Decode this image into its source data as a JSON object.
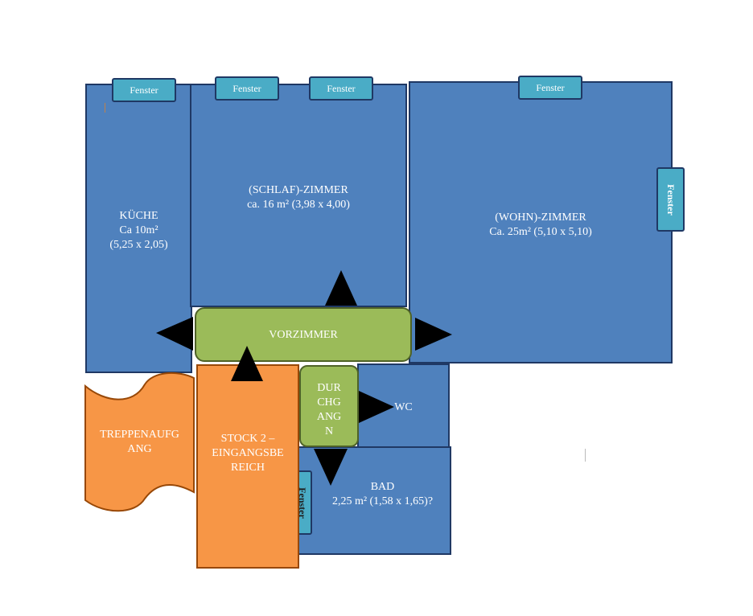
{
  "rooms": {
    "kueche": "KÜCHE\nCa 10m²\n(5,25 x 2,05)",
    "schlaf": "(SCHLAF)-ZIMMER\nca. 16 m² (3,98 x 4,00)",
    "wohn": "(WOHN)-ZIMMER\nCa. 25m² (5,10 x 5,10)",
    "wc": "WC",
    "bad": "BAD\n2,25 m² (1,58 x 1,65)?"
  },
  "areas": {
    "vorzimmer": "VORZIMMER",
    "durchgang": "DUR\nCHG\nANG\nN",
    "treppenaufgang": "TREPPENAUFG\nANG",
    "stock": "STOCK 2 –\nEINGANGSBE\nREICH"
  },
  "windows": {
    "label": "Fenster"
  },
  "colors": {
    "room_blue": "#4f81bd",
    "window_teal": "#4aacc6",
    "hall_green": "#9bbb59",
    "entry_orange": "#f79646",
    "arrow_black": "#000000"
  }
}
